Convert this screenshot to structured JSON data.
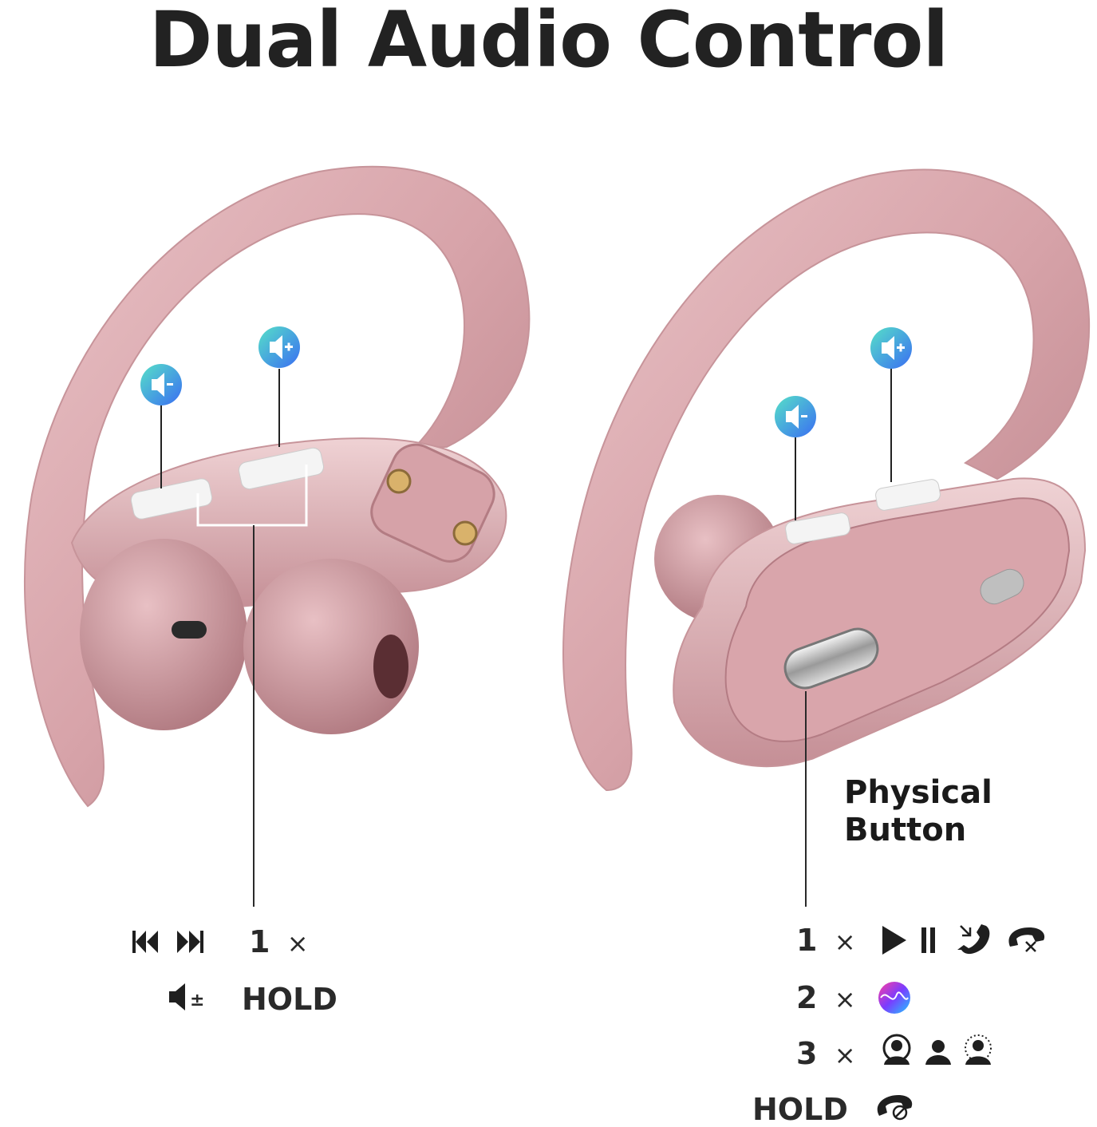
{
  "title": "Dual Audio Control",
  "left_earbud": {
    "callouts": [
      "volume-down-icon",
      "volume-up-icon"
    ],
    "controls": [
      {
        "count": "1",
        "times": "×",
        "icons": [
          "previous-track-icon",
          "next-track-icon"
        ]
      },
      {
        "count": "HOLD",
        "icons": [
          "volume-adjust-icon"
        ],
        "glyph": "±"
      }
    ]
  },
  "right_earbud": {
    "callouts": [
      "volume-down-icon",
      "volume-up-icon"
    ],
    "physical_button_label_line1": "Physical",
    "physical_button_label_line2": "Button",
    "controls": [
      {
        "count": "1",
        "times": "×",
        "icons": [
          "play-icon",
          "pause-icon",
          "answer-call-icon",
          "end-call-icon"
        ]
      },
      {
        "count": "2",
        "times": "×",
        "icons": [
          "siri-icon"
        ]
      },
      {
        "count": "3",
        "times": "×",
        "icons": [
          "ambient-mode-icon",
          "normal-mode-icon",
          "transparency-mode-icon"
        ]
      },
      {
        "count": "HOLD",
        "icons": [
          "reject-call-icon"
        ]
      }
    ]
  },
  "colors": {
    "earbud": "#d9a9ae",
    "earbud_dark": "#b98188",
    "accent_gradient_start": "#4fd6c9",
    "accent_gradient_end": "#3b6ff0"
  }
}
